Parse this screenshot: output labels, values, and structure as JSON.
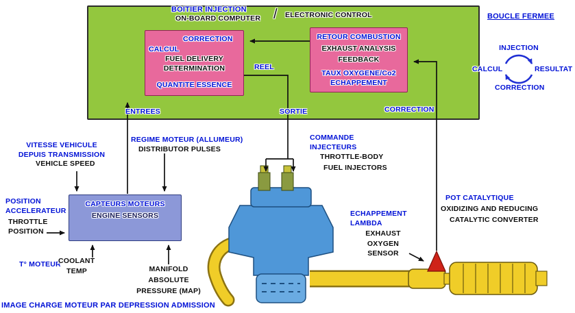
{
  "colors": {
    "box_green": "#93c73e",
    "box_pink": "#e8699c",
    "box_periwinkle": "#8c98d8",
    "engine_blue": "#4f97d8",
    "exhaust_yellow": "#f0cd28",
    "sensor_red": "#cf2318",
    "label_blue": "#0011d6",
    "label_black": "#0d0d0d"
  },
  "computer": {
    "title_fr": "BOITIER INJECTION",
    "title_en_left": "ON-BOARD COMPUTER",
    "title_slash": "/",
    "title_en_right": "ELECTRONIC CONTROL",
    "fuel_box": {
      "correction": "CORRECTION",
      "calcul": "CALCUL",
      "en_line1": "FUEL DELIVERY",
      "en_line2": "DETERMINATION",
      "quantite": "QUANTITE ESSENCE"
    },
    "feedback_box": {
      "retour": "RETOUR COMBUSTION",
      "en_line1": "EXHAUST ANALYSIS",
      "en_line2": "FEEDBACK",
      "taux_line1": "TAUX OXYGENE/Co2",
      "taux_line2": "ECHAPPEMENT"
    },
    "reel": "REEL",
    "entrees": "ENTREES",
    "sortie": "SORTIE",
    "correction_out": "CORRECTION"
  },
  "closed_loop": {
    "title": "BOUCLE FERMEE",
    "top": "INJECTION",
    "left": "CALCUL",
    "right": "RESULTAT",
    "bottom": "CORRECTION"
  },
  "inputs": {
    "vehicle_speed_fr1": "VITESSE VEHICULE",
    "vehicle_speed_fr2": "DEPUIS TRANSMISSION",
    "vehicle_speed_en": "VEHICLE SPEED",
    "rpm_fr": "REGIME MOTEUR (ALLUMEUR)",
    "rpm_en": "DISTRIBUTOR PULSES",
    "throttle_fr1": "POSITION",
    "throttle_fr2": "ACCELERATEUR",
    "throttle_en1": "THROTTLE",
    "throttle_en2": "POSITION",
    "coolant_fr": "T° MOTEUR",
    "coolant_en1": "COOLANT",
    "coolant_en2": "TEMP",
    "map_en1": "MANIFOLD",
    "map_en2": "ABSOLUTE",
    "map_en3": "PRESSURE (MAP)",
    "map_fr": "IMAGE CHARGE MOTEUR PAR DEPRESSION ADMISSION"
  },
  "sensors_box": {
    "fr": "CAPTEURS MOTEURS",
    "en": "ENGINE SENSORS"
  },
  "injectors": {
    "fr1": "COMMANDE",
    "fr2": "INJECTEURS",
    "en1": "THROTTLE-BODY",
    "en2": "FUEL INJECTORS"
  },
  "oxygen_sensor": {
    "fr1": "ECHAPPEMENT",
    "fr2": "LAMBDA",
    "en1": "EXHAUST",
    "en2": "OXYGEN",
    "en3": "SENSOR"
  },
  "catalytic": {
    "fr": "POT CATALYTIQUE",
    "en1": "OXIDIZING AND REDUCING",
    "en2": "CATALYTIC CONVERTER"
  }
}
